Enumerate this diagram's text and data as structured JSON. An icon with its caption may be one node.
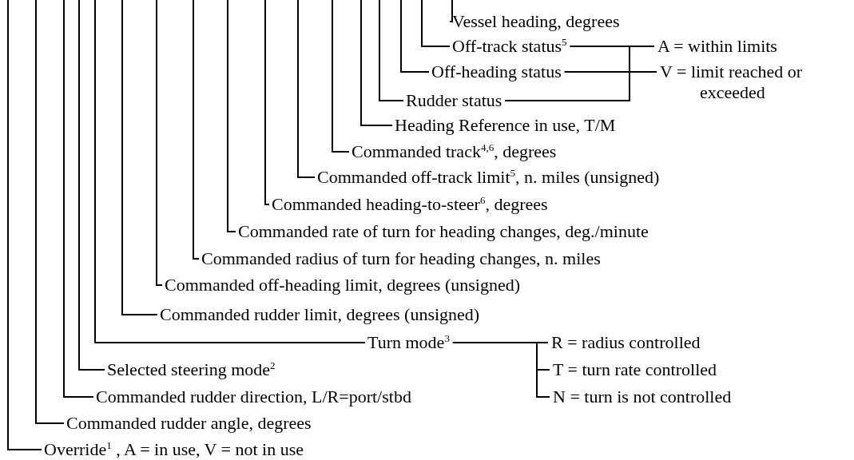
{
  "diagram": {
    "nodes": [
      {
        "text": [
          "Vessel heading, degrees"
        ]
      },
      {
        "text": [
          "Off-track status$^{5}$"
        ]
      },
      {
        "text": [
          "A = within limits"
        ]
      },
      {
        "text": [
          "Off-heading status"
        ]
      },
      {
        "text": [
          "V = limit reached or exceeded"
        ]
      },
      {
        "text": [
          "Rudder status"
        ]
      },
      {
        "text": [
          "Heading Reference in use, T/M"
        ]
      },
      {
        "text": [
          "Commanded track$^{4,6}$, degrees"
        ]
      },
      {
        "text": [
          "Commanded off-track limit$^{5}$, n. miles (unsigned)"
        ]
      },
      {
        "text": [
          "Commanded heading-to-steer$^{6}$, degrees"
        ]
      },
      {
        "text": [
          "Commanded rate of turn for heading changes, deg./minute"
        ]
      },
      {
        "text": [
          "Commanded radius of turn for heading changes, n. miles"
        ]
      },
      {
        "text": [
          "Commanded off-heading limit, degrees (unsigned)"
        ]
      },
      {
        "text": [
          "Commanded rudder limit, degrees (unsigned)"
        ]
      },
      {
        "text": [
          "Turn mode$^{3}$"
        ]
      },
      {
        "text": [
          "R = radius controlled"
        ]
      },
      {
        "text": [
          "Selected steering mode$^{2}$"
        ]
      },
      {
        "text": [
          "T = turn rate controlled"
        ]
      },
      {
        "text": [
          "Commanded rudder direction, L/R=port/stbd"
        ]
      },
      {
        "text": [
          "N = turn is not controlled"
        ]
      },
      {
        "text": [
          "Commanded rudder angle, degrees"
        ]
      },
      {
        "text": [
          "Override$^{1}$ , A = in use, V = not in use"
        ]
      }
    ],
    "edges": [
      {
        "from": 0,
        "to": null,
        "arrow": "none"
      },
      {
        "from": 1,
        "to": null,
        "arrow": "none"
      },
      {
        "from": 3,
        "to": null,
        "arrow": "none"
      },
      {
        "from": 5,
        "to": null,
        "arrow": "none"
      },
      {
        "from": 6,
        "to": null,
        "arrow": "none"
      },
      {
        "from": 7,
        "to": null,
        "arrow": "none"
      },
      {
        "from": 8,
        "to": null,
        "arrow": "none"
      },
      {
        "from": 9,
        "to": null,
        "arrow": "none"
      },
      {
        "from": 10,
        "to": null,
        "arrow": "none"
      },
      {
        "from": 11,
        "to": null,
        "arrow": "none"
      },
      {
        "from": 12,
        "to": null,
        "arrow": "none"
      },
      {
        "from": 13,
        "to": null,
        "arrow": "none"
      },
      {
        "from": 14,
        "to": null,
        "arrow": "none"
      },
      {
        "from": 16,
        "to": null,
        "arrow": "none"
      },
      {
        "from": 18,
        "to": null,
        "arrow": "none"
      },
      {
        "from": 20,
        "to": null,
        "arrow": "none"
      },
      {
        "from": 21,
        "to": null,
        "arrow": "none"
      },
      {
        "from": 1,
        "to": 2,
        "arrow": "none"
      },
      {
        "from": 1,
        "to": 4,
        "arrow": "none"
      },
      {
        "from": 3,
        "to": 2,
        "arrow": "none"
      },
      {
        "from": 3,
        "to": 4,
        "arrow": "none"
      },
      {
        "from": 5,
        "to": 2,
        "arrow": "none"
      },
      {
        "from": 5,
        "to": 4,
        "arrow": "none"
      },
      {
        "from": 14,
        "to": 15,
        "arrow": "none"
      },
      {
        "from": 14,
        "to": 17,
        "arrow": "none"
      },
      {
        "from": 14,
        "to": 19,
        "arrow": "none"
      }
    ]
  }
}
